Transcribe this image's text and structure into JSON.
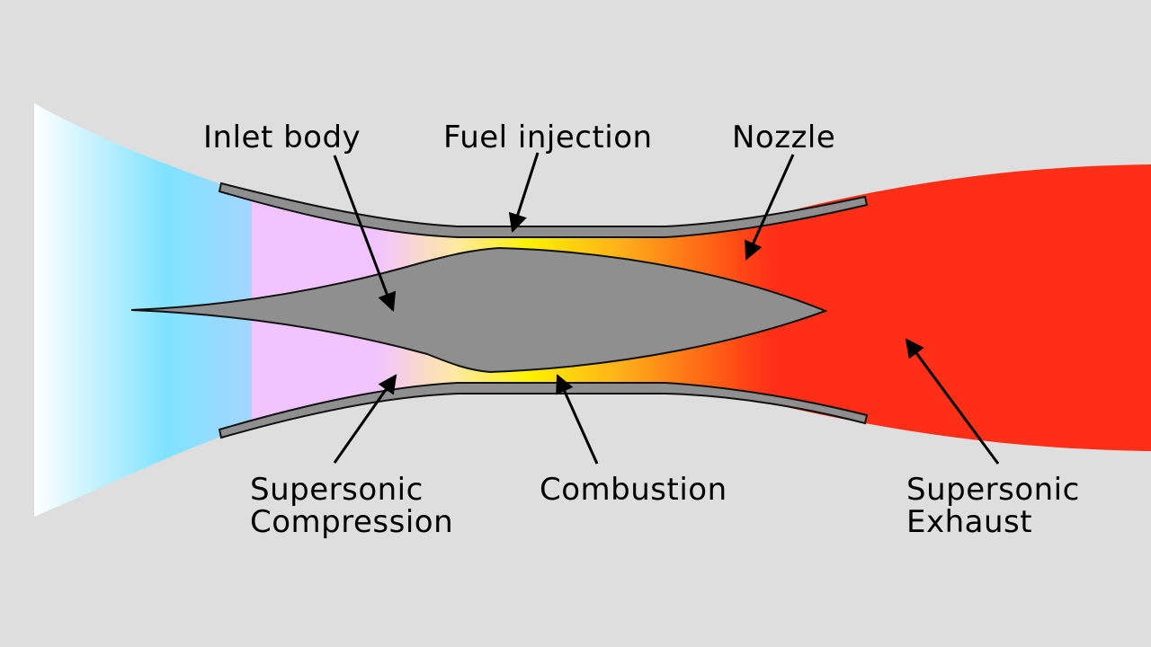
{
  "labels": {
    "inlet_body": "Inlet body",
    "fuel_injection": "Fuel injection",
    "nozzle": "Nozzle",
    "supersonic_compression": [
      "Supersonic",
      "Compression"
    ],
    "combustion": "Combustion",
    "supersonic_exhaust": [
      "Supersonic",
      "Exhaust"
    ]
  },
  "colors": {
    "background": "#dedede",
    "body_fill": "#8f8f8f",
    "outline": "#111111",
    "cold_air": "#7fe3ff",
    "compressed_air": "#f2c4ff",
    "combustion_yellow": "#fff200",
    "combustion_orange": "#ff9a1a",
    "exhaust_red": "#ff2e17"
  }
}
